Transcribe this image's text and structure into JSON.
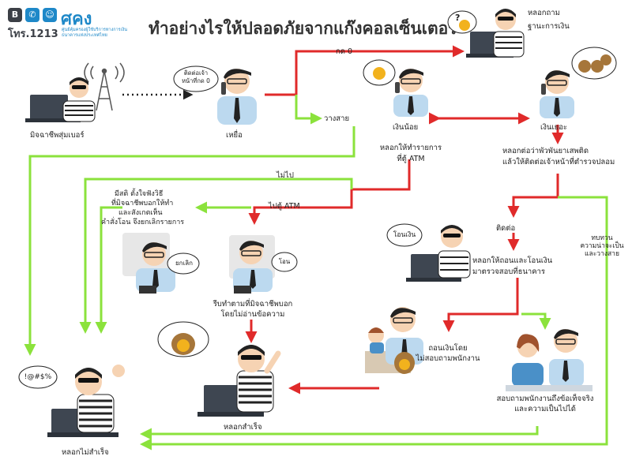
{
  "logo": {
    "icon_b": "B",
    "name": "ศคง",
    "tel": "โทร.1213",
    "subtitle": "ศูนย์คุ้มครองผู้ใช้บริการทางการเงิน ธนาคารแห่งประเทศไทย"
  },
  "title": "ทำอย่างไรให้ปลอดภัยจากแก๊งคอลเซ็นเตอร์",
  "bubbles": {
    "call_center": "ติดต่อเจ้าหน้าที่กด 0",
    "scammer_speech": "โอนเงิน",
    "cancel": "ยกเลิก",
    "transfer": "โอน",
    "curse": "!@#$%",
    "question": "?"
  },
  "labels": {
    "scammer_dial": "มิจฉาชีพสุ่มเบอร์",
    "victim": "เหยื่อ",
    "press0": "กด 0",
    "hangup": "วางสาย",
    "ask_line1": "หลอกถาม",
    "ask_line2": "ฐานะการเงิน",
    "little_money": "เงินน้อย",
    "much_money": "เงินเยอะ",
    "atm_line1": "หลอกให้ทำรายการ",
    "atm_line2": "ที่ตู้ ATM",
    "drug_line1": "หลอกต่อว่าพัวพันยาเสพติด",
    "drug_line2": "แล้วให้ติดต่อเจ้าหน้าที่ตำรวจปลอม",
    "not_go": "ไม่ไป",
    "go_atm": "ไปตู้ ATM",
    "aware_line1": "มีสติ ตั้งใจฟังวิธี",
    "aware_line2": "ที่มิจฉาชีพบอกให้ทำ",
    "aware_line3": "และสังเกตเห็น",
    "aware_line4": "คำสั่งโอน จึงยกเลิกรายการ",
    "follow_line1": "รีบทำตามที่มิจฉาชีพบอก",
    "follow_line2": "โดยไม่อ่านข้อความ",
    "contact": "ติดต่อ",
    "think_line1": "ทบทวน",
    "think_line2": "ความน่าจะเป็น",
    "think_line3": "และวางสาย",
    "withdraw_line1": "หลอกให้ถอนและโอนเงิน",
    "withdraw_line2": "มาตรวจสอบที่ธนาคาร",
    "nostaff_line1": "ถอนเงินโดย",
    "nostaff_line2": "ไม่สอบถามพนักงาน",
    "success": "หลอกสำเร็จ",
    "staff_line1": "สอบถามพนักงานถึงข้อเท็จจริง",
    "staff_line2": "และความเป็นไปได้",
    "fail": "หลอกไม่สำเร็จ"
  },
  "colors": {
    "red": "#e02a2a",
    "green": "#8be23c",
    "shirt_blue": "#bcd9ef",
    "coin_gold": "#f2b21d",
    "bag_brown": "#a6763a",
    "laptop": "#3e4651"
  }
}
